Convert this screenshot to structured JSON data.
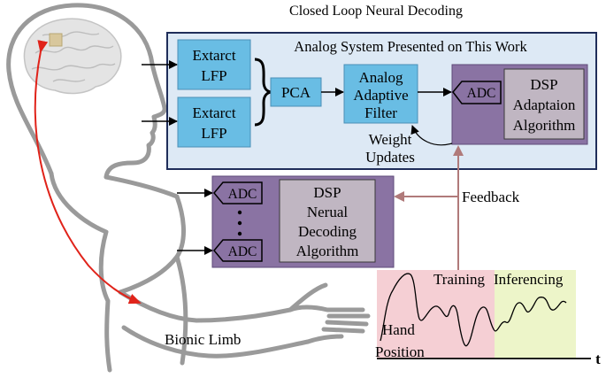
{
  "title": "Closed Loop Neural Decoding",
  "analog_system": {
    "title": "Analog System Presented on This Work",
    "extract_lfp_1": [
      "Extarct",
      "LFP"
    ],
    "extract_lfp_2": [
      "Extarct",
      "LFP"
    ],
    "pca": "PCA",
    "adaptive_filter": [
      "Analog",
      "Adaptive",
      "Filter"
    ],
    "adc": "ADC",
    "dsp_adaptation": [
      "DSP",
      "Adaptaion",
      "Algorithm"
    ],
    "weight_updates": [
      "Weight",
      "Updates"
    ]
  },
  "decoder": {
    "adc_top": "ADC",
    "adc_bottom": "ADC",
    "dots": "•\n•\n•",
    "dsp_decoding": [
      "DSP",
      "Nerual",
      "Decoding",
      "Algorithm"
    ]
  },
  "feedback": "Feedback",
  "bionic_limb": "Bionic Limb",
  "plot": {
    "training": "Training",
    "inferencing": "Inferencing",
    "hand_position": [
      "Hand",
      "Position"
    ],
    "t_axis": "t"
  },
  "colors": {
    "analog_bg": "#dde9f5",
    "analog_border": "#1f2d5a",
    "cyan_box": "#69bde4",
    "purple": "#8a73a3",
    "grey_box": "#c0b6c2",
    "feedback_line": "#b07a7a",
    "training_bg": "#f5cfd4",
    "inferencing_bg": "#edf5c9",
    "body_outline": "#9a9a9a",
    "red_arrow": "#e0231a"
  }
}
